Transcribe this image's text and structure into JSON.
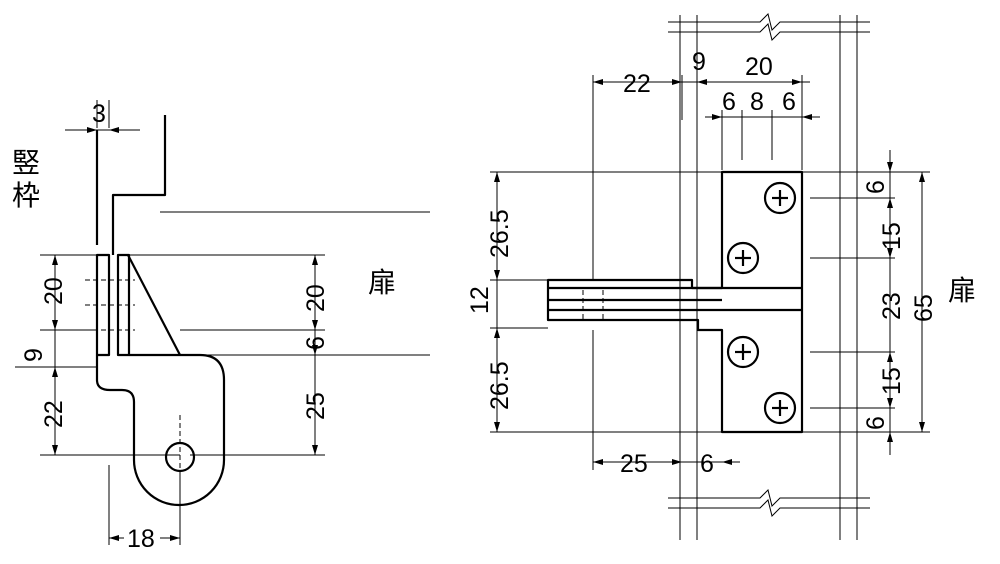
{
  "labels": {
    "tategamachi_1": "竪",
    "tategamachi_2": "枠",
    "tobira": "扉"
  },
  "side_view": {
    "dim_top": "3",
    "dim_left_20": "20",
    "dim_left_9": "9",
    "dim_left_22": "22",
    "dim_right_20": "20",
    "dim_right_6": "6",
    "dim_right_25": "25",
    "dim_bottom": "18"
  },
  "front_view": {
    "dim_top_22": "22",
    "dim_top_9": "9",
    "dim_top_20": "20",
    "dim_sub_6a": "6",
    "dim_sub_8": "8",
    "dim_sub_6b": "6",
    "dim_left_26_5_top": "26.5",
    "dim_left_12": "12",
    "dim_left_26_5_bottom": "26.5",
    "dim_right_6_top": "6",
    "dim_right_15_top": "15",
    "dim_right_23": "23",
    "dim_right_15_bottom": "15",
    "dim_right_6_bottom": "6",
    "dim_right_65": "65",
    "dim_bottom_25": "25",
    "dim_bottom_6": "6"
  }
}
